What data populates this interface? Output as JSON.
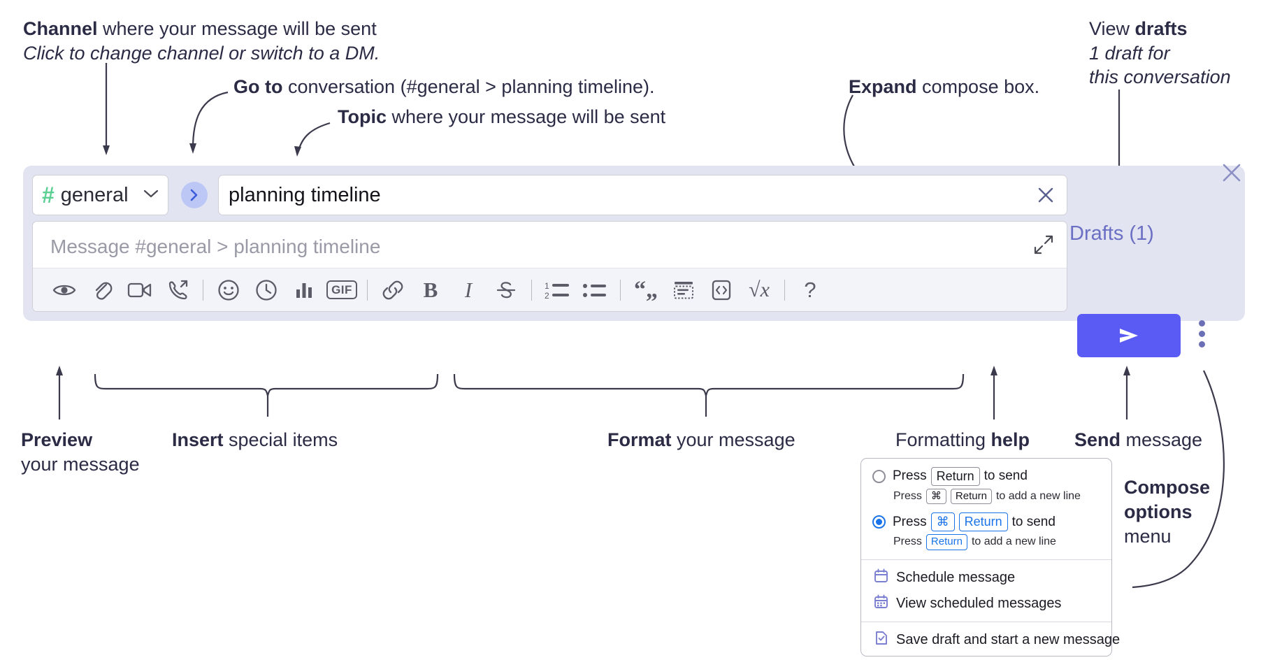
{
  "annotations": {
    "channel": {
      "bold": "Channel",
      "rest": " where your message will be sent",
      "italic": "Click to change channel or switch to a DM."
    },
    "goto": {
      "bold": "Go to",
      "rest": " conversation (#general > planning timeline)."
    },
    "topic": {
      "bold": "Topic",
      "rest": " where your message will be sent"
    },
    "expand": {
      "bold": "Expand",
      "rest": " compose box."
    },
    "drafts": {
      "line1_a": "View ",
      "line1_b": "drafts",
      "line2": "1 draft for",
      "line3": "this conversation"
    },
    "preview": {
      "line1": "Preview",
      "line2": "your message"
    },
    "insert": {
      "bold": "Insert",
      "rest": " special items"
    },
    "format": {
      "bold": "Format",
      "rest": " your message"
    },
    "help": {
      "rest": "Formatting ",
      "bold": "help"
    },
    "send": {
      "bold": "Send",
      "rest": " message"
    },
    "compose_options": {
      "line1": "Compose",
      "line2": "options",
      "line3": "menu"
    }
  },
  "compose": {
    "channel_name": "general",
    "channel_hash": "#",
    "topic_value": "planning timeline",
    "message_placeholder": "Message #general > planning timeline",
    "drafts_label": "Drafts (1)",
    "toolbar": [
      {
        "name": "preview-icon",
        "kind": "icon",
        "label": ""
      },
      {
        "name": "attachment-icon",
        "kind": "icon",
        "label": ""
      },
      {
        "name": "video-icon",
        "kind": "icon",
        "label": ""
      },
      {
        "name": "call-icon",
        "kind": "icon",
        "label": ""
      },
      {
        "name": "divider",
        "kind": "sep",
        "label": ""
      },
      {
        "name": "emoji-icon",
        "kind": "icon",
        "label": ""
      },
      {
        "name": "clock-icon",
        "kind": "icon",
        "label": ""
      },
      {
        "name": "poll-icon",
        "kind": "icon",
        "label": ""
      },
      {
        "name": "gif-icon",
        "kind": "text",
        "label": "GIF"
      },
      {
        "name": "divider",
        "kind": "sep",
        "label": ""
      },
      {
        "name": "link-icon",
        "kind": "icon",
        "label": ""
      },
      {
        "name": "bold-icon",
        "kind": "text",
        "label": "B"
      },
      {
        "name": "italic-icon",
        "kind": "text",
        "label": "I"
      },
      {
        "name": "strikethrough-icon",
        "kind": "icon",
        "label": ""
      },
      {
        "name": "divider",
        "kind": "sep",
        "label": ""
      },
      {
        "name": "ordered-list-icon",
        "kind": "icon",
        "label": ""
      },
      {
        "name": "bullet-list-icon",
        "kind": "icon",
        "label": ""
      },
      {
        "name": "divider",
        "kind": "sep",
        "label": ""
      },
      {
        "name": "blockquote-icon",
        "kind": "text",
        "label": "“„"
      },
      {
        "name": "code-block-icon",
        "kind": "icon",
        "label": ""
      },
      {
        "name": "inline-code-icon",
        "kind": "icon",
        "label": ""
      },
      {
        "name": "math-icon",
        "kind": "text",
        "label": "√x"
      },
      {
        "name": "divider",
        "kind": "sep",
        "label": ""
      },
      {
        "name": "formatting-help-icon",
        "kind": "text",
        "label": "?"
      }
    ]
  },
  "menu": {
    "option1": {
      "press": "Press",
      "key": "Return",
      "tail": "to send"
    },
    "option1_sub": {
      "press": "Press",
      "key1": "⌘",
      "key2": "Return",
      "tail": "to add a new line"
    },
    "option2": {
      "press": "Press",
      "key1": "⌘",
      "key2": "Return",
      "tail": "to send"
    },
    "option2_sub": {
      "press": "Press",
      "key": "Return",
      "tail": "to add a new line"
    },
    "items": [
      {
        "label": "Schedule message",
        "icon": "calendar-icon"
      },
      {
        "label": "View scheduled messages",
        "icon": "calendar-grid-icon"
      },
      {
        "label": "Save draft and start a new message",
        "icon": "draft-check-icon"
      }
    ]
  },
  "colors": {
    "panel_bg": "#e2e5f1",
    "accent_send": "#5a5af5",
    "hash_green": "#5ccf93",
    "drafts_purple": "#6b6fc4",
    "radio_blue": "#1a73e8",
    "anno_ink": "#2b2b45"
  }
}
